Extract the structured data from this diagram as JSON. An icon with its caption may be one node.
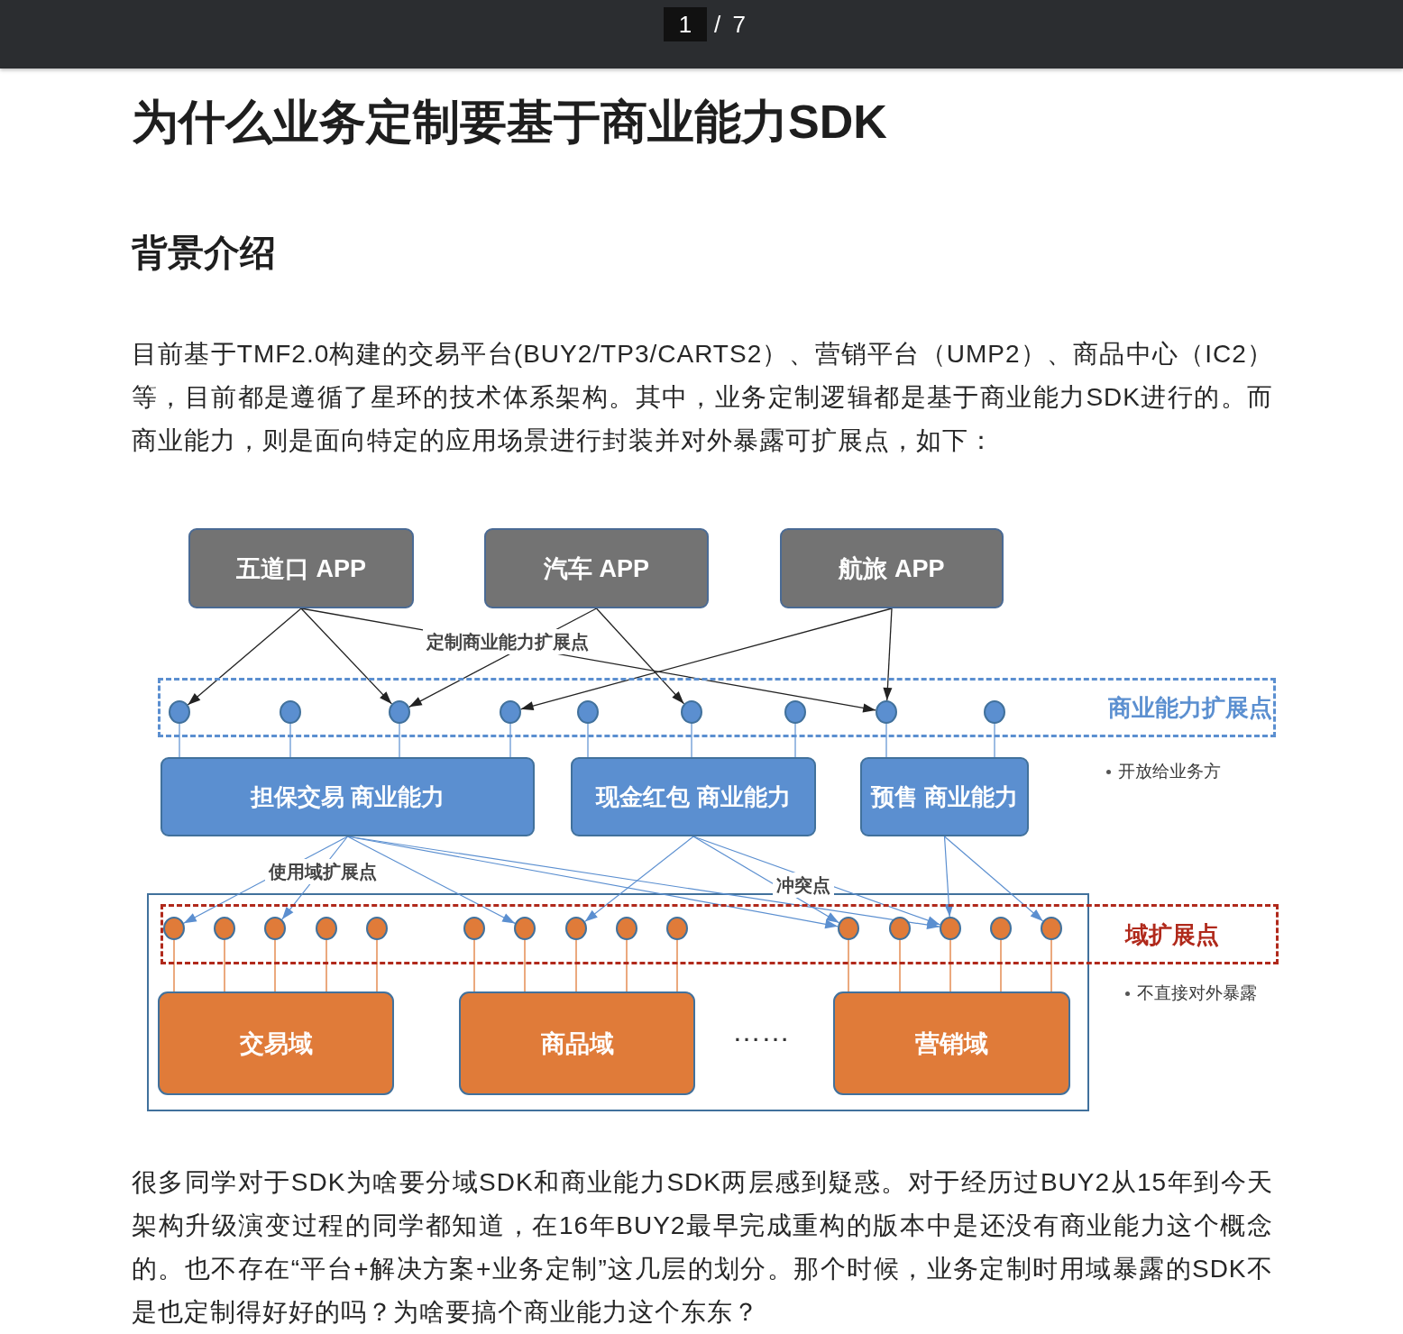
{
  "diagram": {
    "title": "为什么业务定制要基于商业能力SDK",
    "nodes": [
      {
        "text": [
          "五道口 APP"
        ]
      },
      {
        "text": [
          "汽车 APP"
        ]
      },
      {
        "text": [
          "航旅 APP"
        ]
      },
      {
        "text": [
          "商业能力扩展点"
        ],
        "beside": [
          "开放给业务方"
        ]
      },
      {
        "text": [],
        "shape": "circle",
        "in": 3
      },
      {
        "text": [],
        "shape": "circle",
        "in": 3
      },
      {
        "text": [],
        "shape": "circle",
        "in": 3
      },
      {
        "text": [],
        "shape": "circle",
        "in": 3
      },
      {
        "text": [],
        "shape": "circle",
        "in": 3
      },
      {
        "text": [],
        "shape": "circle",
        "in": 3
      },
      {
        "text": [],
        "shape": "circle",
        "in": 3
      },
      {
        "text": [],
        "shape": "circle",
        "in": 3
      },
      {
        "text": [],
        "shape": "circle",
        "in": 3
      },
      {
        "text": [
          "担保交易 商业能力"
        ]
      },
      {
        "text": [
          "现金红包 商业能力"
        ]
      },
      {
        "text": [
          "预售 商业能力"
        ]
      },
      {
        "text": [
          "域扩展点"
        ],
        "beside": [
          "不直接对外暴露"
        ]
      },
      {
        "text": [],
        "shape": "circle",
        "in": 16
      },
      {
        "text": [],
        "shape": "circle",
        "in": 16
      },
      {
        "text": [],
        "shape": "circle",
        "in": 16
      },
      {
        "text": [],
        "shape": "circle",
        "in": 16
      },
      {
        "text": [],
        "shape": "circle",
        "in": 16
      },
      {
        "text": [],
        "shape": "circle",
        "in": 16
      },
      {
        "text": [],
        "shape": "circle",
        "in": 16
      },
      {
        "text": [],
        "shape": "circle",
        "in": 16
      },
      {
        "text": [],
        "shape": "circle",
        "in": 16
      },
      {
        "text": [],
        "shape": "circle",
        "in": 16
      },
      {
        "text": [],
        "shape": "circle",
        "in": 16
      },
      {
        "text": [],
        "shape": "circle",
        "in": 16
      },
      {
        "text": [],
        "shape": "circle",
        "in": 16
      },
      {
        "text": [],
        "shape": "circle",
        "in": 16
      },
      {
        "text": [],
        "shape": "circle",
        "in": 16
      },
      {
        "text": [
          "交易域"
        ]
      },
      {
        "text": [
          "商品域"
        ]
      },
      {
        "text": [
          "营销域"
        ]
      }
    ],
    "edges": [
      {
        "from": 0,
        "to": 4,
        "arrow": "to",
        "color": "#222222"
      },
      {
        "from": 0,
        "to": 6,
        "arrow": "to",
        "color": "#222222"
      },
      {
        "from": 0,
        "to": 11,
        "arrow": "to",
        "color": "#222222",
        "label": "定制商业能力扩展点"
      },
      {
        "from": 1,
        "to": 6,
        "arrow": "to",
        "color": "#222222"
      },
      {
        "from": 1,
        "to": 9,
        "arrow": "to",
        "color": "#222222"
      },
      {
        "from": 2,
        "to": 7,
        "arrow": "to",
        "color": "#222222"
      },
      {
        "from": 2,
        "to": 11,
        "arrow": "to",
        "color": "#222222"
      },
      {
        "from": 4,
        "to": 13,
        "arrow": "none"
      },
      {
        "from": 5,
        "to": 13,
        "arrow": "none"
      },
      {
        "from": 6,
        "to": 13,
        "arrow": "none"
      },
      {
        "from": 7,
        "to": 13,
        "arrow": "none"
      },
      {
        "from": 8,
        "to": 14,
        "arrow": "none"
      },
      {
        "from": 9,
        "to": 14,
        "arrow": "none"
      },
      {
        "from": 10,
        "to": 14,
        "arrow": "none"
      },
      {
        "from": 11,
        "to": 15,
        "arrow": "none"
      },
      {
        "from": 12,
        "to": 15,
        "arrow": "none"
      },
      {
        "from": 13,
        "to": 17,
        "arrow": "to",
        "label": "使用域扩展点"
      },
      {
        "from": 13,
        "to": 19,
        "arrow": "to"
      },
      {
        "from": 13,
        "to": 23,
        "arrow": "to"
      },
      {
        "from": 13,
        "to": 27,
        "arrow": "to"
      },
      {
        "from": 13,
        "to": 29,
        "arrow": "to"
      },
      {
        "from": 14,
        "to": 24,
        "arrow": "to"
      },
      {
        "from": 14,
        "to": 27,
        "arrow": "to"
      },
      {
        "from": 14,
        "to": 29,
        "arrow": "to",
        "label": "冲突点"
      },
      {
        "from": 15,
        "to": 29,
        "arrow": "to"
      },
      {
        "from": 15,
        "to": 31,
        "arrow": "to"
      },
      {
        "from": 17,
        "to": 32,
        "arrow": "none",
        "color": "#e07b39"
      },
      {
        "from": 18,
        "to": 32,
        "arrow": "none",
        "color": "#e07b39"
      },
      {
        "from": 19,
        "to": 32,
        "arrow": "none",
        "color": "#e07b39"
      },
      {
        "from": 20,
        "to": 32,
        "arrow": "none",
        "color": "#e07b39"
      },
      {
        "from": 21,
        "to": 32,
        "arrow": "none",
        "color": "#e07b39"
      },
      {
        "from": 22,
        "to": 33,
        "arrow": "none",
        "color": "#e07b39"
      },
      {
        "from": 23,
        "to": 33,
        "arrow": "none",
        "color": "#e07b39"
      },
      {
        "from": 24,
        "to": 33,
        "arrow": "none",
        "color": "#e07b39"
      },
      {
        "from": 25,
        "to": 33,
        "arrow": "none",
        "color": "#e07b39"
      },
      {
        "from": 26,
        "to": 33,
        "arrow": "none",
        "color": "#e07b39"
      },
      {
        "from": 27,
        "to": 34,
        "arrow": "none",
        "color": "#e07b39"
      },
      {
        "from": 28,
        "to": 34,
        "arrow": "none",
        "color": "#e07b39"
      },
      {
        "from": 29,
        "to": 34,
        "arrow": "none",
        "color": "#e07b39"
      },
      {
        "from": 30,
        "to": 34,
        "arrow": "none",
        "color": "#e07b39"
      },
      {
        "from": 31,
        "to": 34,
        "arrow": "none",
        "color": "#e07b39"
      }
    ],
    "labels": [
      "1",
      "/ 7",
      "背景介绍",
      "目前基于TMF2.0构建的交易平台(BUY2/TP3/CARTS2）、营销平台（UMP2）、商品中心（IC2）等，目前都是遵循了星环的技术体系架构。其中，业务定制逻辑都是基于商业能力SDK进行的。而商业能力，则是面向特定的应用场景进行封装并对外暴露可扩展点，如下：",
      "……",
      "很多同学对于SDK为啥要分域SDK和商业能力SDK两层感到疑惑。对于经历过BUY2从15年到今天架构升级演变过程的同学都知道，在16年BUY2最早完成重构的版本中是还没有商业能力这个概念的。也不存在“平台+解决方案+业务定制”这几层的划分。那个时候，业务定制时用域暴露的SDK不是也定制得好好的吗？为啥要搞个商业能力这个东东？"
    ]
  }
}
